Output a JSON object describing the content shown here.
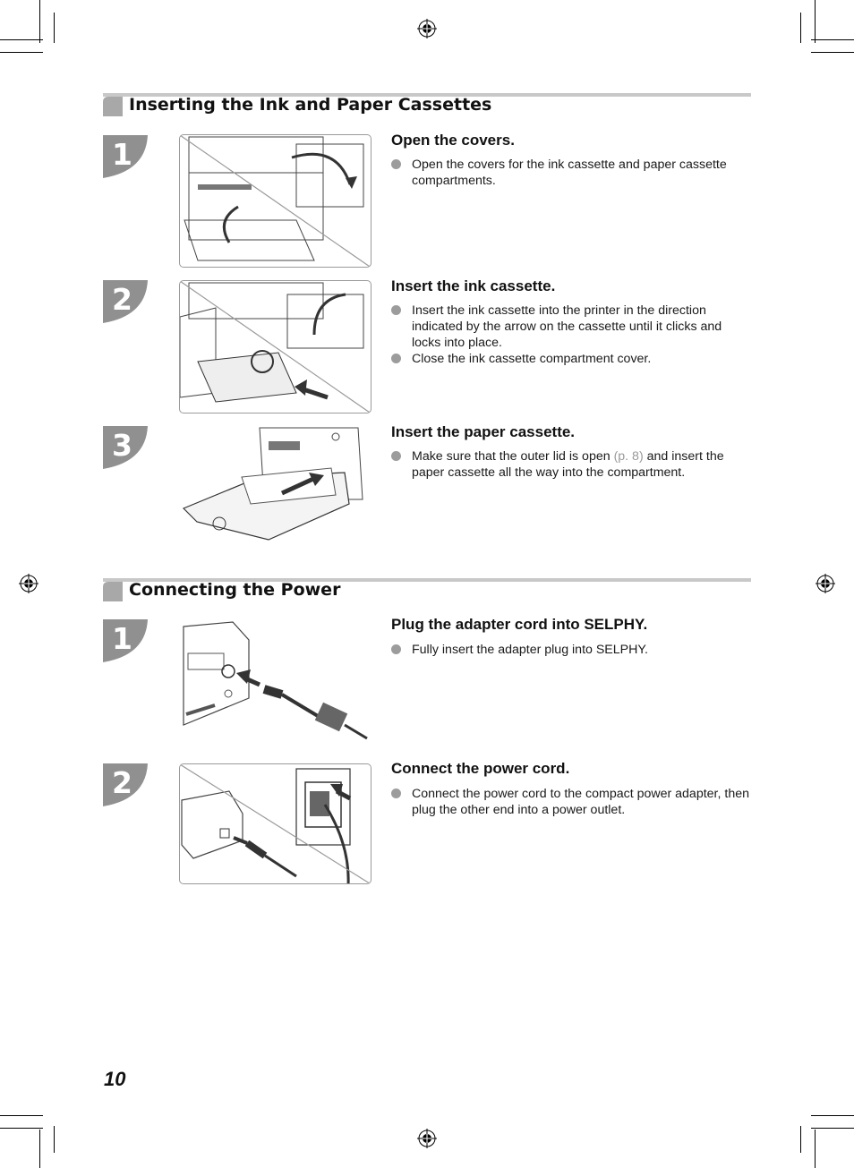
{
  "colors": {
    "rule": "#c8c8c8",
    "tab": "#a8a8a8",
    "bullet": "#9c9c9c",
    "reference": "#9a9a9a"
  },
  "sections": [
    {
      "title": "Inserting the Ink and Paper Cassettes",
      "steps": [
        {
          "number": "1",
          "title": "Open the covers.",
          "bullets": [
            "Open the covers for the ink cassette and paper cassette compartments."
          ],
          "image_icon": "printer-open-covers-illustration"
        },
        {
          "number": "2",
          "title": "Insert the ink cassette.",
          "bullets": [
            "Insert the ink cassette into the printer in the direction indicated by the arrow on the cassette until it clicks and locks into place.",
            "Close the ink cassette compartment cover."
          ],
          "image_icon": "ink-cassette-insert-illustration"
        },
        {
          "number": "3",
          "title": "Insert the paper cassette.",
          "bullet_parts": {
            "before": "Make sure that the outer lid is open ",
            "ref": "(p. 8)",
            "after": " and insert the paper cassette all the way into the compartment."
          },
          "image_icon": "paper-cassette-insert-illustration"
        }
      ]
    },
    {
      "title": "Connecting the Power",
      "steps": [
        {
          "number": "1",
          "title": "Plug the adapter cord into SELPHY.",
          "bullets": [
            "Fully insert the adapter plug into SELPHY."
          ],
          "image_icon": "adapter-plug-illustration"
        },
        {
          "number": "2",
          "title": "Connect the power cord.",
          "bullets": [
            "Connect the power cord to the compact power adapter, then plug the other end into a power outlet."
          ],
          "image_icon": "power-outlet-illustration"
        }
      ]
    }
  ],
  "page_number": "10"
}
